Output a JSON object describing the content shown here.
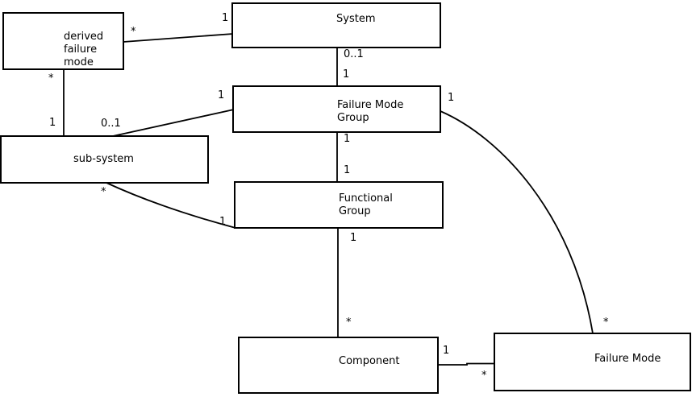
{
  "diagram_type": "uml-entity-relationship",
  "colors": {
    "line": "#000000",
    "box_border": "#000000",
    "box_fill": "#ffffff",
    "background": "#ffffff",
    "text": "#000000"
  },
  "nodes": [
    {
      "id": "derived-failure-mode",
      "label": "derived\nfailure\nmode"
    },
    {
      "id": "system",
      "label": "System"
    },
    {
      "id": "failure-mode-group",
      "label": "Failure Mode\nGroup"
    },
    {
      "id": "sub-system",
      "label": "sub-system"
    },
    {
      "id": "functional-group",
      "label": "Functional\nGroup"
    },
    {
      "id": "component",
      "label": "Component"
    },
    {
      "id": "failure-mode",
      "label": "Failure Mode"
    }
  ],
  "edges": [
    {
      "id": "derived-failure-mode--system",
      "source": "derived failure mode",
      "target": "System",
      "source_mult": "*",
      "target_mult": "1"
    },
    {
      "id": "derived-failure-mode--sub-system",
      "source": "derived failure mode",
      "target": "sub-system",
      "source_mult": "*",
      "target_mult": "1"
    },
    {
      "id": "sub-system--failure-mode-group",
      "source": "sub-system",
      "target": "Failure Mode Group",
      "source_mult": "0..1",
      "target_mult": "1"
    },
    {
      "id": "system--failure-mode-group",
      "source": "System",
      "target": "Failure Mode Group",
      "source_mult": "0..1",
      "target_mult": "1"
    },
    {
      "id": "failure-mode-group--functional-group",
      "source": "Failure Mode Group",
      "target": "Functional Group",
      "source_mult": "1",
      "target_mult": "1"
    },
    {
      "id": "sub-system--functional-group",
      "source": "sub-system",
      "target": "Functional Group",
      "source_mult": "*",
      "target_mult": "1"
    },
    {
      "id": "functional-group--component",
      "source": "Functional Group",
      "target": "Component",
      "source_mult": "1",
      "target_mult": "*"
    },
    {
      "id": "component--failure-mode",
      "source": "Component",
      "target": "Failure Mode",
      "source_mult": "1",
      "target_mult": "*"
    },
    {
      "id": "failure-mode-group--failure-mode",
      "source": "Failure Mode Group",
      "target": "Failure Mode",
      "source_mult": "1",
      "target_mult": "*"
    }
  ]
}
